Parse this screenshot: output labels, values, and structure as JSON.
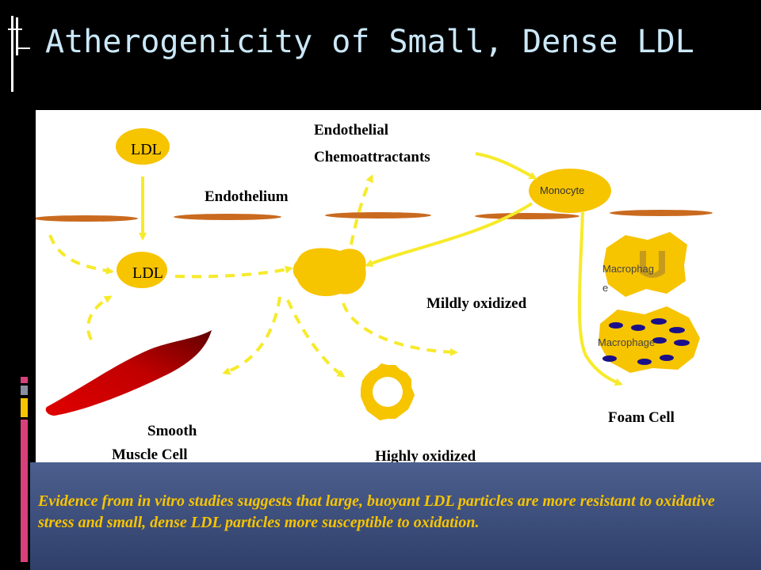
{
  "title": "Atherogenicity of Small, Dense LDL",
  "colors": {
    "background": "#000000",
    "title": "#cbe8f8",
    "accent_yellow": "#f7c400",
    "arrow_yellow": "#f7ea2a",
    "endothelium": "#c96a1f",
    "smooth_muscle": "#c40000",
    "nucleus": "#1a0f8a",
    "caption": "#f7c400"
  },
  "diagram": {
    "ldl_top": "LDL",
    "ldl_middle": "LDL",
    "endothelium_label": "Endothelium",
    "chemoattractants_line1": "Endothelial",
    "chemoattractants_line2": "Chemoattractants",
    "monocyte": "Monocyte",
    "macrophage1_line1": "Macrophag",
    "macrophage1_line2": "e",
    "macrophage2": "Macrophage",
    "mildly_oxidized": "Mildly oxidized",
    "highly_oxidized": "Highly oxidized",
    "smooth_muscle_line1": "Smooth",
    "smooth_muscle_line2": "Muscle Cell",
    "foam_cell": "Foam Cell"
  },
  "caption": "Evidence from in vitro studies suggests that large, buoyant LDL particles are more resistant to oxidative stress and small, dense LDL particles more susceptible to oxidation."
}
